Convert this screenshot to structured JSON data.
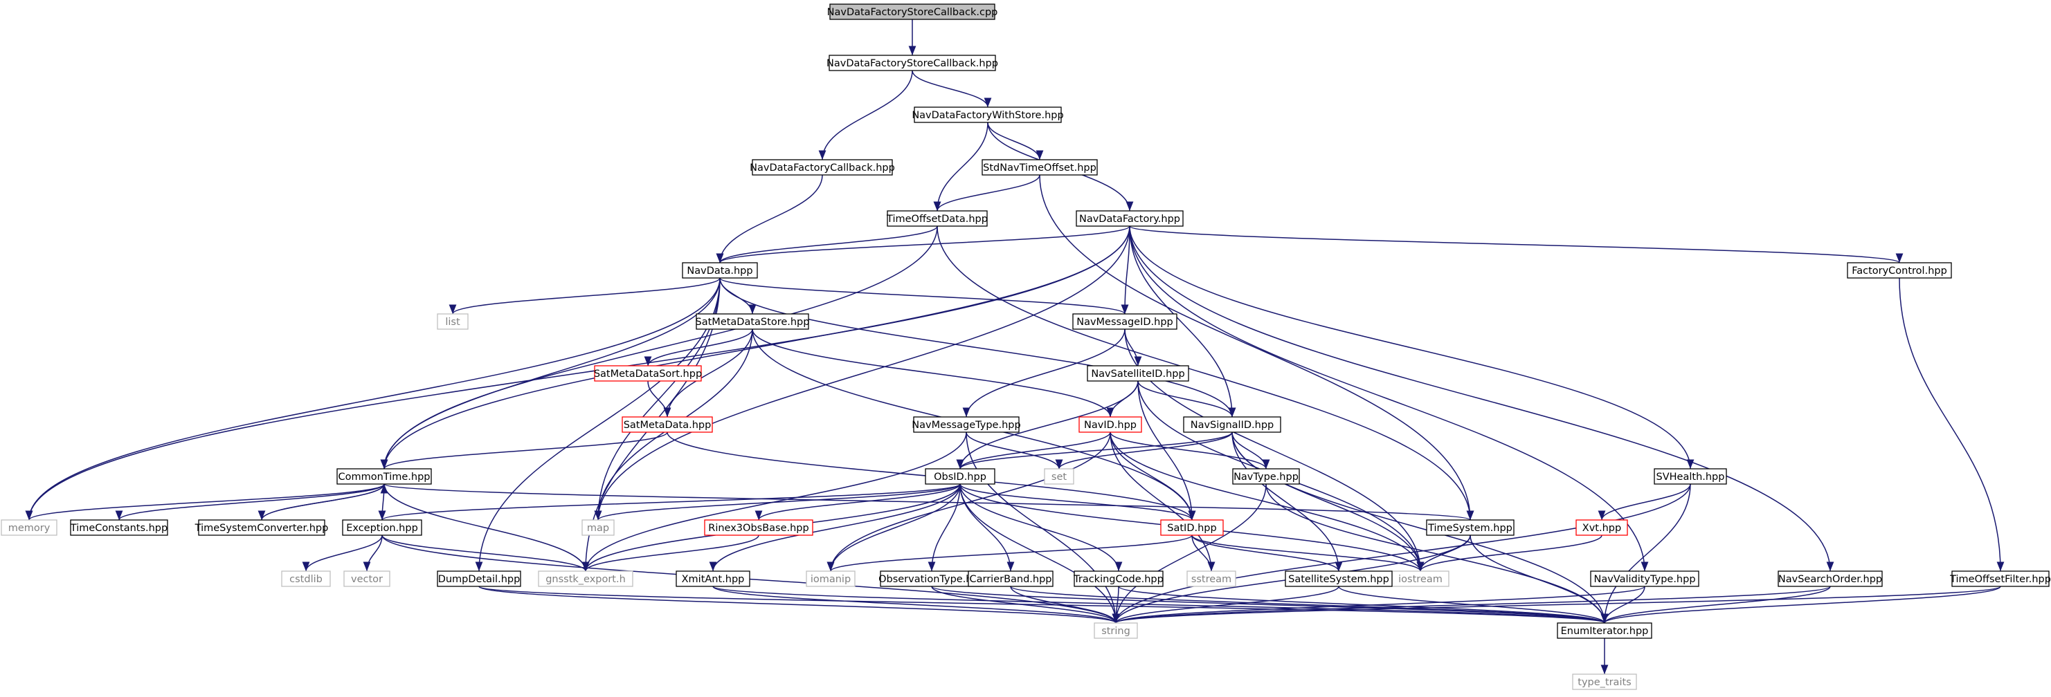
{
  "colors": {
    "edge": "#191970",
    "box_default": "#000000",
    "box_truncated": "#ff0000",
    "box_system": "#bfbfbf",
    "root_fill": "#bfbfbf",
    "text_default": "#000000",
    "text_system": "#808080"
  },
  "nodes": [
    {
      "id": "n1",
      "label": "NavDataFactoryStoreCallback.cpp",
      "kind": "root"
    },
    {
      "id": "n2",
      "label": "NavDataFactoryStoreCallback.hpp",
      "kind": "header"
    },
    {
      "id": "n3",
      "label": "NavDataFactoryWithStore.hpp",
      "kind": "header"
    },
    {
      "id": "n4",
      "label": "NavDataFactoryCallback.hpp",
      "kind": "header"
    },
    {
      "id": "n5",
      "label": "StdNavTimeOffset.hpp",
      "kind": "header"
    },
    {
      "id": "n6",
      "label": "TimeOffsetData.hpp",
      "kind": "header"
    },
    {
      "id": "n7",
      "label": "NavDataFactory.hpp",
      "kind": "header"
    },
    {
      "id": "n8",
      "label": "NavData.hpp",
      "kind": "header"
    },
    {
      "id": "n9",
      "label": "FactoryControl.hpp",
      "kind": "header"
    },
    {
      "id": "n10",
      "label": "list",
      "kind": "system"
    },
    {
      "id": "n11",
      "label": "SatMetaDataStore.hpp",
      "kind": "header"
    },
    {
      "id": "n12",
      "label": "NavMessageID.hpp",
      "kind": "header"
    },
    {
      "id": "n13",
      "label": "SatMetaDataSort.hpp",
      "kind": "truncated"
    },
    {
      "id": "n14",
      "label": "NavSatelliteID.hpp",
      "kind": "header"
    },
    {
      "id": "n15",
      "label": "SatMetaData.hpp",
      "kind": "truncated"
    },
    {
      "id": "n16",
      "label": "NavMessageType.hpp",
      "kind": "header"
    },
    {
      "id": "n17",
      "label": "NavID.hpp",
      "kind": "truncated"
    },
    {
      "id": "n18",
      "label": "NavSignalID.hpp",
      "kind": "header"
    },
    {
      "id": "n19",
      "label": "CommonTime.hpp",
      "kind": "header"
    },
    {
      "id": "n20",
      "label": "set",
      "kind": "system"
    },
    {
      "id": "n21",
      "label": "ObsID.hpp",
      "kind": "header"
    },
    {
      "id": "n22",
      "label": "NavType.hpp",
      "kind": "header"
    },
    {
      "id": "n23",
      "label": "SVHealth.hpp",
      "kind": "header"
    },
    {
      "id": "n24",
      "label": "memory",
      "kind": "system"
    },
    {
      "id": "n25",
      "label": "TimeConstants.hpp",
      "kind": "header"
    },
    {
      "id": "n26",
      "label": "TimeSystemConverter.hpp",
      "kind": "header"
    },
    {
      "id": "n27",
      "label": "Exception.hpp",
      "kind": "header"
    },
    {
      "id": "n28",
      "label": "map",
      "kind": "system"
    },
    {
      "id": "n29",
      "label": "Rinex3ObsBase.hpp",
      "kind": "truncated"
    },
    {
      "id": "n30",
      "label": "SatID.hpp",
      "kind": "truncated"
    },
    {
      "id": "n31",
      "label": "TimeSystem.hpp",
      "kind": "header"
    },
    {
      "id": "n32",
      "label": "Xvt.hpp",
      "kind": "truncated"
    },
    {
      "id": "n33",
      "label": "cstdlib",
      "kind": "system"
    },
    {
      "id": "n34",
      "label": "vector",
      "kind": "system"
    },
    {
      "id": "n35",
      "label": "gnsstk_export.h",
      "kind": "system"
    },
    {
      "id": "n36",
      "label": "iomanip",
      "kind": "system"
    },
    {
      "id": "n37",
      "label": "sstream",
      "kind": "system"
    },
    {
      "id": "n38",
      "label": "iostream",
      "kind": "system"
    },
    {
      "id": "n39",
      "label": "DumpDetail.hpp",
      "kind": "header"
    },
    {
      "id": "n40",
      "label": "XmitAnt.hpp",
      "kind": "header"
    },
    {
      "id": "n41",
      "label": "ObservationType.hpp",
      "kind": "header"
    },
    {
      "id": "n42",
      "label": "CarrierBand.hpp",
      "kind": "header"
    },
    {
      "id": "n43",
      "label": "TrackingCode.hpp",
      "kind": "header"
    },
    {
      "id": "n44",
      "label": "SatelliteSystem.hpp",
      "kind": "header"
    },
    {
      "id": "n45",
      "label": "NavValidityType.hpp",
      "kind": "header"
    },
    {
      "id": "n46",
      "label": "NavSearchOrder.hpp",
      "kind": "header"
    },
    {
      "id": "n47",
      "label": "TimeOffsetFilter.hpp",
      "kind": "header"
    },
    {
      "id": "n48",
      "label": "string",
      "kind": "system"
    },
    {
      "id": "n49",
      "label": "EnumIterator.hpp",
      "kind": "header"
    },
    {
      "id": "n50",
      "label": "type_traits",
      "kind": "system"
    }
  ],
  "edges": [
    [
      "n1",
      "n2"
    ],
    [
      "n2",
      "n3"
    ],
    [
      "n2",
      "n4"
    ],
    [
      "n3",
      "n5"
    ],
    [
      "n3",
      "n6"
    ],
    [
      "n3",
      "n7"
    ],
    [
      "n4",
      "n8"
    ],
    [
      "n5",
      "n6"
    ],
    [
      "n5",
      "n31"
    ],
    [
      "n6",
      "n8"
    ],
    [
      "n6",
      "n19"
    ],
    [
      "n6",
      "n31"
    ],
    [
      "n7",
      "n8"
    ],
    [
      "n7",
      "n9"
    ],
    [
      "n7",
      "n12"
    ],
    [
      "n7",
      "n18"
    ],
    [
      "n7",
      "n23"
    ],
    [
      "n7",
      "n45"
    ],
    [
      "n7",
      "n46"
    ],
    [
      "n7",
      "n19"
    ],
    [
      "n7",
      "n24"
    ],
    [
      "n7",
      "n28"
    ],
    [
      "n8",
      "n10"
    ],
    [
      "n8",
      "n11"
    ],
    [
      "n8",
      "n12"
    ],
    [
      "n8",
      "n18"
    ],
    [
      "n8",
      "n19"
    ],
    [
      "n8",
      "n24"
    ],
    [
      "n8",
      "n28"
    ],
    [
      "n8",
      "n35"
    ],
    [
      "n8",
      "n39"
    ],
    [
      "n9",
      "n47"
    ],
    [
      "n11",
      "n13"
    ],
    [
      "n11",
      "n15"
    ],
    [
      "n11",
      "n17"
    ],
    [
      "n11",
      "n28"
    ],
    [
      "n11",
      "n30"
    ],
    [
      "n12",
      "n14"
    ],
    [
      "n12",
      "n16"
    ],
    [
      "n12",
      "n38"
    ],
    [
      "n13",
      "n15"
    ],
    [
      "n14",
      "n17"
    ],
    [
      "n14",
      "n18"
    ],
    [
      "n14",
      "n21"
    ],
    [
      "n14",
      "n30"
    ],
    [
      "n14",
      "n38"
    ],
    [
      "n15",
      "n19"
    ],
    [
      "n15",
      "n30"
    ],
    [
      "n16",
      "n20"
    ],
    [
      "n16",
      "n35"
    ],
    [
      "n16",
      "n48"
    ],
    [
      "n17",
      "n21"
    ],
    [
      "n17",
      "n22"
    ],
    [
      "n17",
      "n30"
    ],
    [
      "n17",
      "n36"
    ],
    [
      "n17",
      "n37"
    ],
    [
      "n17",
      "n38"
    ],
    [
      "n18",
      "n20"
    ],
    [
      "n18",
      "n21"
    ],
    [
      "n18",
      "n22"
    ],
    [
      "n18",
      "n38"
    ],
    [
      "n18",
      "n44"
    ],
    [
      "n18",
      "n49"
    ],
    [
      "n19",
      "n24"
    ],
    [
      "n19",
      "n25"
    ],
    [
      "n19",
      "n26"
    ],
    [
      "n19",
      "n27"
    ],
    [
      "n19",
      "n31"
    ],
    [
      "n19",
      "n35"
    ],
    [
      "n21",
      "n27"
    ],
    [
      "n21",
      "n28"
    ],
    [
      "n21",
      "n29"
    ],
    [
      "n21",
      "n30"
    ],
    [
      "n21",
      "n40"
    ],
    [
      "n21",
      "n41"
    ],
    [
      "n21",
      "n42"
    ],
    [
      "n21",
      "n43"
    ],
    [
      "n21",
      "n36"
    ],
    [
      "n21",
      "n38"
    ],
    [
      "n21",
      "n35"
    ],
    [
      "n21",
      "n48"
    ],
    [
      "n22",
      "n48"
    ],
    [
      "n22",
      "n49"
    ],
    [
      "n23",
      "n32"
    ],
    [
      "n23",
      "n48"
    ],
    [
      "n23",
      "n49"
    ],
    [
      "n26",
      "n19"
    ],
    [
      "n27",
      "n33"
    ],
    [
      "n27",
      "n34"
    ],
    [
      "n27",
      "n35"
    ],
    [
      "n27",
      "n48"
    ],
    [
      "n29",
      "n35"
    ],
    [
      "n30",
      "n36"
    ],
    [
      "n30",
      "n37"
    ],
    [
      "n30",
      "n38"
    ],
    [
      "n30",
      "n44"
    ],
    [
      "n31",
      "n38"
    ],
    [
      "n31",
      "n48"
    ],
    [
      "n31",
      "n49"
    ],
    [
      "n32",
      "n38"
    ],
    [
      "n39",
      "n48"
    ],
    [
      "n39",
      "n49"
    ],
    [
      "n40",
      "n48"
    ],
    [
      "n40",
      "n49"
    ],
    [
      "n41",
      "n48"
    ],
    [
      "n41",
      "n49"
    ],
    [
      "n42",
      "n48"
    ],
    [
      "n42",
      "n49"
    ],
    [
      "n43",
      "n48"
    ],
    [
      "n43",
      "n49"
    ],
    [
      "n44",
      "n48"
    ],
    [
      "n44",
      "n49"
    ],
    [
      "n45",
      "n48"
    ],
    [
      "n45",
      "n49"
    ],
    [
      "n46",
      "n48"
    ],
    [
      "n46",
      "n49"
    ],
    [
      "n47",
      "n48"
    ],
    [
      "n47",
      "n49"
    ],
    [
      "n49",
      "n50"
    ]
  ]
}
